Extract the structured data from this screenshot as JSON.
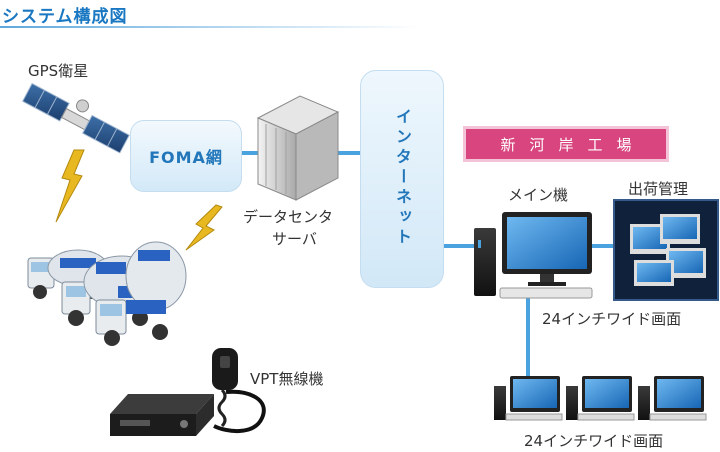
{
  "header": {
    "title": "システム構成図"
  },
  "nodes": {
    "gps": "GPS衛星",
    "foma": "FOMA網",
    "server_line1": "データセンタ",
    "server_line2": "サーバ",
    "internet": "インターネット",
    "factory": "新河岸工場",
    "main_pc": "メイン機",
    "shipping": "出荷管理",
    "monitor_label_1": "24インチワイド画面",
    "monitor_label_2": "24インチワイド画面",
    "vpt": "VPT無線機"
  },
  "colors": {
    "accent": "#1a78c2",
    "connector": "#4aa3df",
    "factory_bg": "#d8457f",
    "lightning": "#e8b820"
  }
}
